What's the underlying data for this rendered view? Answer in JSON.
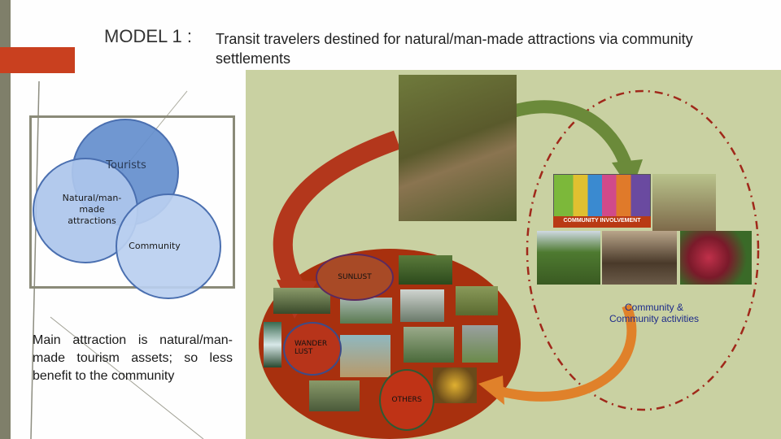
{
  "slide": {
    "title_model": "MODEL 1 :",
    "title_description": "Transit travelers destined for natural/man-made attractions via community settlements"
  },
  "venn": {
    "tourists": "Tourists",
    "natural": "Natural/man-made attractions",
    "community": "Community"
  },
  "note": "Main attraction is natural/man-made tourism assets; so less benefit to the community",
  "bubbles": {
    "sunlust": "SUNLUST",
    "wanderlust": "WANDER LUST",
    "others": "OTHERS"
  },
  "community_label": "Community & Community activities",
  "banner_text": "COMMUNITY INVOLVEMENT",
  "colors": {
    "accent": "#c9401f",
    "panel": "#c9d1a2",
    "oval": "#a8300e",
    "arrow_red": "#b3371c",
    "arrow_green": "#6b8a3a",
    "arrow_orange": "#e0812a",
    "dashed_circle": "#a0281a"
  }
}
